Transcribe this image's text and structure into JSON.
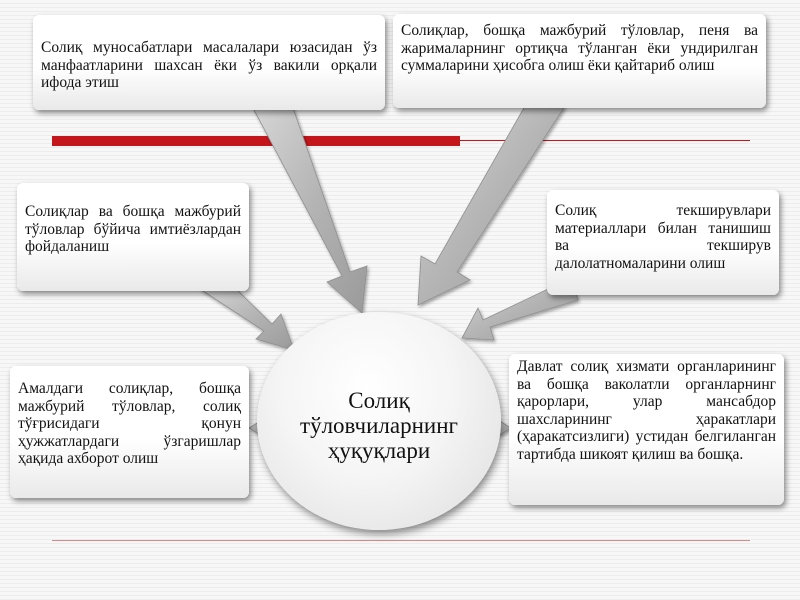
{
  "diagram": {
    "center": {
      "title": "Солиқ тўловчиларнинг ҳуқуқлари"
    },
    "boxes": {
      "top_left": "Солиқ муносабатлари масалалари юзасидан ўз манфаатларини шахсан ёки ўз вакили орқали ифода этиш",
      "top_right": "Солиқлар, бошқа мажбурий тўловлар, пеня ва жарималарнинг ортиқча тўланган ёки ундирилган суммаларини ҳисобга олиш ёки қайтариб олиш",
      "mid_left": "Солиқлар ва бошқа мажбурий тўловлар бўйича имтиёзлардан фойдаланиш",
      "mid_right": "Солиқ текширувлари материаллари билан танишиш ва текширув далолатномаларини олиш",
      "bottom_left": "Амалдаги солиқлар, бошқа мажбурий тўловлар, солиқ тўғрисидаги қонун ҳужжатлардаги ўзгаришлар ҳақида ахборот олиш",
      "bottom_right": "Давлат солиқ хизмати органларининг ва бошқа ваколатли органларнинг қарорлари, улар мансабдор шахсларининг ҳаракатлари (ҳаракатсизлиги) устидан белгиланган тартибда шикоят қилиш ва бошқа."
    },
    "colors": {
      "accent_red": "#c4171c",
      "arrow_gray": "#a9a9a9",
      "box_fill": "#ffffff"
    }
  }
}
